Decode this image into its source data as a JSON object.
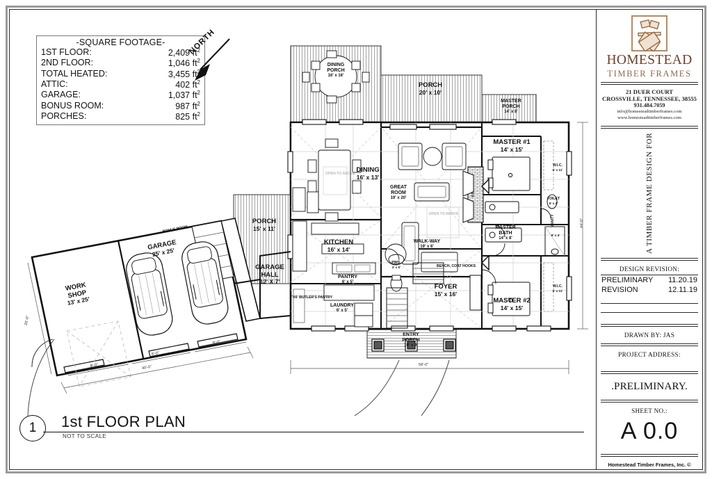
{
  "square_footage": {
    "title": "-SQUARE FOOTAGE-",
    "unit": "ft",
    "rows": [
      {
        "label": "1ST FLOOR:",
        "value": "2,409"
      },
      {
        "label": "2ND FLOOR:",
        "value": "1,046"
      },
      {
        "label": "TOTAL HEATED:",
        "value": "3,455"
      },
      {
        "label": "ATTIC:",
        "value": "402"
      },
      {
        "label": "GARAGE:",
        "value": "1,037"
      },
      {
        "label": "BONUS ROOM:",
        "value": "987"
      },
      {
        "label": "PORCHES:",
        "value": "825"
      }
    ]
  },
  "north_arrow": {
    "label": "NORTH"
  },
  "sheet_title": {
    "number": "1",
    "name": "1st FLOOR PLAN",
    "scale_note": "NOT TO SCALE"
  },
  "rooms": [
    {
      "name": "DINING PORCH",
      "line1": "DINING",
      "line2": "PORCH",
      "dims": "16' x 16'"
    },
    {
      "name": "PORCH",
      "line1": "PORCH",
      "dims": "20' x 10'"
    },
    {
      "name": "MASTER PORCH",
      "line1": "MASTER",
      "line2": "PORCH",
      "dims": "14' x 8'"
    },
    {
      "name": "MASTER #1",
      "line1": "MASTER #1",
      "dims": "14' x 15'"
    },
    {
      "name": "W.I.C. UPPER",
      "line1": "W.I.C.",
      "dims": "6' x 11'"
    },
    {
      "name": "TOILET",
      "line1": "TOILET",
      "dims": "6' x 4'"
    },
    {
      "name": "MASTER BATH",
      "line1": "MASTER",
      "line2": "BATH",
      "dims": "14' x 8'"
    },
    {
      "name": "BATH CLOSET",
      "line1": "",
      "dims": "6' x 4'"
    },
    {
      "name": "MASTER #2",
      "line1": "MASTER #2",
      "dims": "14' x 15'"
    },
    {
      "name": "W.I.C. LOWER",
      "line1": "W.I.C.",
      "dims": "6' x 11'"
    },
    {
      "name": "DINING",
      "line1": "DINING",
      "dims": "16' x 13'"
    },
    {
      "name": "GREAT ROOM",
      "line1": "GREAT",
      "line2": "ROOM",
      "dims": "19' x 20'"
    },
    {
      "name": "WALK-WAY",
      "line1": "WALK-WAY",
      "dims": "19' x 6'"
    },
    {
      "name": "KITCHEN",
      "line1": "KITCHEN",
      "dims": "16' x 14'"
    },
    {
      "name": "PANTRY",
      "line1": "PANTRY",
      "dims": "6' x 5'"
    },
    {
      "name": "LAUNDRY",
      "line1": "LAUNDRY",
      "dims": "6' x 5'"
    },
    {
      "name": "PWD",
      "line1": "PWD.",
      "dims": "3' x 6'"
    },
    {
      "name": "FOYER",
      "line1": "FOYER",
      "dims": "15' x 16'"
    },
    {
      "name": "ENTRY PORCH",
      "line1": "ENTRY",
      "line2": "PORCH",
      "dims": "19' x 9'"
    },
    {
      "name": "PORCH SIDE",
      "line1": "PORCH",
      "dims": "15' x 11'"
    },
    {
      "name": "GARAGE HALL",
      "line1": "GARAGE",
      "line2": "HALL",
      "dims": "12' X 7'"
    },
    {
      "name": "GARAGE",
      "line1": "GARAGE",
      "dims": "25' x 25'"
    },
    {
      "name": "WORK SHOP",
      "line1": "WORK",
      "line2": "SHOP",
      "dims": "13' x 25'"
    }
  ],
  "annotations": {
    "open_to_above_1": "OPEN TO ABOVE",
    "open_to_above_2": "OPEN TO ABOVE",
    "bench_coat_hooks": "BENCH, COAT HOOKS",
    "butlers_pantry": "7'X6' BUTLER'S PANTRY",
    "bonus_room": "BONUS ROOM",
    "vanity": "VANITY",
    "fireplace": "F.P."
  },
  "dimensions": {
    "house_width": "58'-0\"",
    "house_depth": "44'-0\"",
    "garage_overall": "40'-0\"",
    "garage_bays": [
      "8'-0\"",
      "8'-0\"",
      "8'-0\""
    ],
    "garage_depth": "26'-0\""
  },
  "title_block": {
    "company": "HOMESTEAD",
    "company_sub": "TIMBER FRAMES",
    "address_line1": "21 DUER COURT",
    "address_line2": "CROSSVILLE, TENNESSEE, 38555",
    "phone": "931.484.7059",
    "email": "info@homesteadtimberframes.com",
    "website": "www.homesteadtimberframes.com",
    "design_for": "A TIMBER FRAME DESIGN FOR",
    "design_revision_header": "DESIGN REVISION:",
    "revisions": [
      {
        "label": "PRELIMINARY",
        "date": "11.20.19"
      },
      {
        "label": "REVISION",
        "date": "12.11.19"
      }
    ],
    "drawn_by": "DRAWN BY: JAS",
    "project_address": "PROJECT ADDRESS:",
    "project_name": ".PRELIMINARY.",
    "sheet_no_label": "SHEET NO.:",
    "sheet_no": "A 0.0",
    "copyright": "Homestead Timber Frames, Inc. ©"
  },
  "colors": {
    "brand_brown": "#6b3f2a",
    "brand_tan": "#8a6a4e",
    "ink": "#111111",
    "border_grey": "#9a9a9a"
  }
}
